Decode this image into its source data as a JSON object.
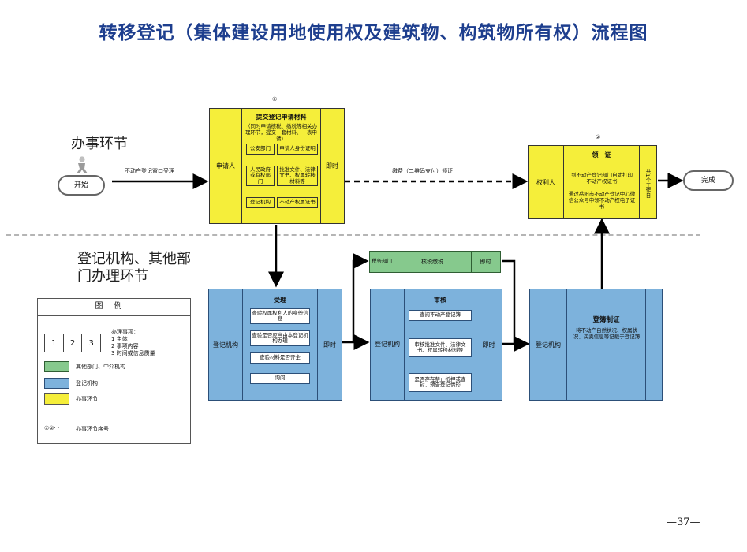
{
  "title": "转移登记（集体建设用地使用权及建筑物、构筑物所有权）流程图",
  "lanes": {
    "top": "办事环节",
    "bottom": "登记机构、其他部门办理环节"
  },
  "start": {
    "label": "开始"
  },
  "finish": {
    "label": "完成"
  },
  "edges": {
    "window": "不动产登记窗口受理",
    "pay": "缴费（二维码支付）领证"
  },
  "submit": {
    "seq": "①",
    "subject": "申请人",
    "title": "提交登记申请材料",
    "note": "（同时申请核税、缴税等相关办理环节，提交一套材料、一表申请）",
    "rows": [
      {
        "left": "公安部门",
        "right": "申请人身份证明"
      },
      {
        "left": "人民政府或有权部门",
        "right": "批准文件、法律文书、权属转移材料等"
      },
      {
        "left": "登记机构",
        "right": "不动产权属证书"
      }
    ],
    "time": "即时"
  },
  "certificate": {
    "seq": "②",
    "subject": "权利人",
    "title": "领　证",
    "line1": "到不动产登记部门自助打印不动产权证书",
    "line2": "通过岳阳市不动产登记中心微信公众号申领不动产权电子证书",
    "time": "共1个工作日"
  },
  "accept": {
    "subject": "登记机构",
    "title": "受理",
    "items": [
      "查验权属权利人的身份信息",
      "查验是否应当由本登记机构办理",
      "查验材料是否齐全",
      "询问"
    ],
    "time": "即时"
  },
  "tax": {
    "subject": "税务部门",
    "title": "核税缴税",
    "time": "即时"
  },
  "review": {
    "subject": "登记机构",
    "title": "审核",
    "items": [
      "查阅不动产登记簿",
      "审核批准文件、法律文书、权属转移材料等",
      "是否存在禁止抵押或查封、预告登记情形"
    ],
    "time": "即时"
  },
  "register": {
    "subject": "登记机构",
    "title": "登簿制证",
    "text": "将不动产自然状况、权属状况、买卖信息等记载于登记簿"
  },
  "legend": {
    "title": "图例",
    "cells": [
      "1",
      "2",
      "3"
    ],
    "explain": [
      "办理事项：",
      "1 主体",
      "2 事项内容",
      "3 时间或信息质量"
    ],
    "green": "其他部门、中介机构",
    "blue": "登记机构",
    "yellow": "办事环节",
    "seq_symbol": "①②· · ·",
    "seq_text": "办事环节序号"
  },
  "page_number": "—37—",
  "colors": {
    "yellow": "#f5ee3a",
    "blue": "#7db2dc",
    "green": "#86c98d",
    "title": "#1d3e8e"
  }
}
